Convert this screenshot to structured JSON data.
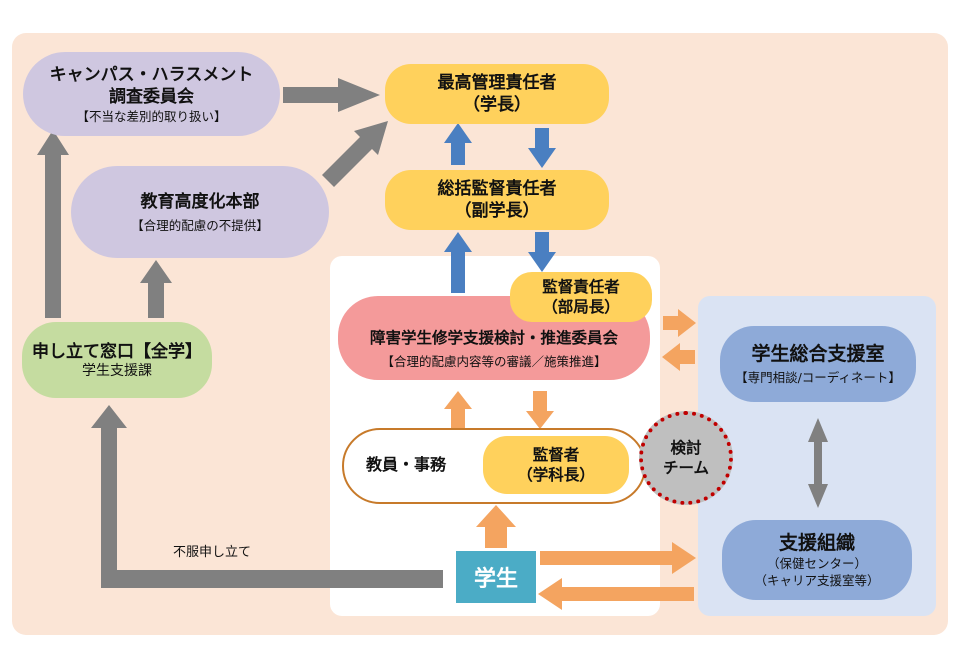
{
  "campus_committee": {
    "title_line1": "キャンパス・ハラスメント",
    "title_line2": "調査委員会",
    "subtitle": "【不当な差別的取り扱い】"
  },
  "education_hq": {
    "title": "教育高度化本部",
    "subtitle": "【合理的配慮の不提供】"
  },
  "top_manager": {
    "title": "最高管理責任者",
    "subtitle": "（学長）"
  },
  "general_supervisor": {
    "title": "総括監督責任者",
    "subtitle": "（副学長）"
  },
  "supervisor": {
    "title": "監督責任者",
    "subtitle": "（部局長）"
  },
  "support_committee": {
    "title": "障害学生修学支援検討・推進委員会",
    "subtitle": "【合理的配慮内容等の審議／施策推進】"
  },
  "application_window": {
    "title": "申し立て窓口【全学】",
    "subtitle": "学生支援課"
  },
  "faculty_staff": {
    "title": "教員・事務"
  },
  "overseer": {
    "title": "監督者",
    "subtitle": "（学科長）"
  },
  "review_team": {
    "line1": "検討",
    "line2": "チーム"
  },
  "student": {
    "title": "学生"
  },
  "support_office": {
    "title": "学生総合支援室",
    "subtitle": "【専門相談/コーディネート】"
  },
  "support_org": {
    "title": "支援組織",
    "sub1": "（保健センター）",
    "sub2": "（キャリア支援室等）"
  },
  "appeal_label": "不服申し立て",
  "colors": {
    "background_panel": "#fbe5d6",
    "white_panel": "#ffffff",
    "blue_panel": "#dae3f3",
    "purple": "#cfc7e0",
    "yellow": "#ffd15c",
    "green": "#c5dca0",
    "pink": "#f49a9a",
    "blue_box": "#8eaad8",
    "student_box": "#4bacc6",
    "gray_arrow": "#808080",
    "blue_arrow": "#4a7fc1",
    "orange_arrow": "#f4a460"
  }
}
